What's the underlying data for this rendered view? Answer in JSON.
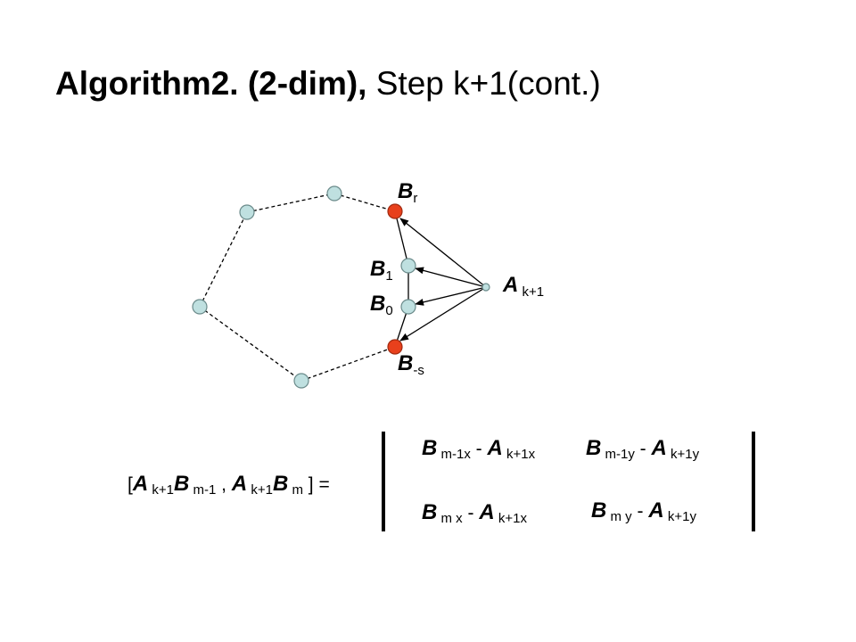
{
  "title": {
    "bold_part": "Algorithm2. (2-dim),",
    "plain_part": " Step k+1(cont.)"
  },
  "labels": {
    "br": {
      "main": "B",
      "sub": "r"
    },
    "b1": {
      "main": "B",
      "sub": "1"
    },
    "b0": {
      "main": "B",
      "sub": "0"
    },
    "bs": {
      "main": "B",
      "sub": "-s"
    },
    "ak": {
      "main": "A",
      "sub": " k+1"
    }
  },
  "equation": {
    "lhs": {
      "open": "[",
      "a1": "A",
      "a1_sub": " k+1",
      "b1": "B",
      "b1_sub": " m-1",
      "comma": " , ",
      "a2": "A",
      "a2_sub": " k+1",
      "b2": "B",
      "b2_sub": " m",
      "close": " ] ="
    },
    "matrix": {
      "r1c1": {
        "b": "B",
        "b_sub": " m-1x",
        "minus": " - ",
        "a": "A",
        "a_sub": " k+1x"
      },
      "r1c2": {
        "b": "B",
        "b_sub": " m-1y",
        "minus": " - ",
        "a": "A",
        "a_sub": " k+1y"
      },
      "r2c1": {
        "b": "B",
        "b_sub": " m x",
        "minus": " - ",
        "a": "A",
        "a_sub": " k+1x"
      },
      "r2c2": {
        "b": "B",
        "b_sub": " m y",
        "minus": " - ",
        "a": "A",
        "a_sub": " k+1y"
      }
    }
  },
  "colors": {
    "hull_node": "#bfe0e0",
    "highlight_node": "#e8401c",
    "line": "#000000"
  }
}
